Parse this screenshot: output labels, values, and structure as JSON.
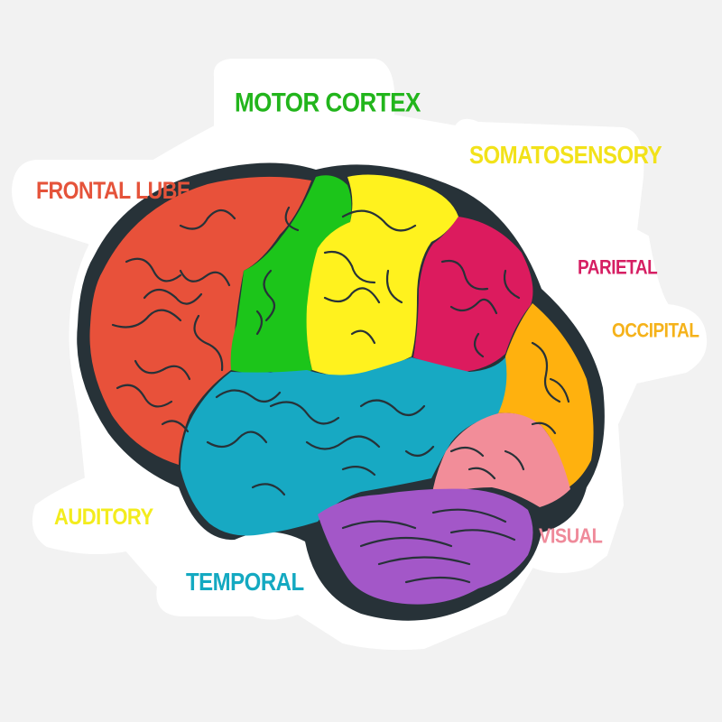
{
  "labels": {
    "motor_cortex": {
      "text": "MOTOR CORTEX",
      "color": "#22b51c"
    },
    "somatosensory": {
      "text": "SOMATOSENSORY",
      "color": "#f2e21a"
    },
    "frontal": {
      "text": "FRONTAL LUBE",
      "color": "#e5533a"
    },
    "parietal": {
      "text": "PARIETAL",
      "color": "#d61f63"
    },
    "occipital": {
      "text": "OCCIPITAL",
      "color": "#f5b21a"
    },
    "auditory": {
      "text": "AUDITORY",
      "color": "#f3ec1d"
    },
    "temporal": {
      "text": "TEMPORAL",
      "color": "#14a9c1"
    },
    "visual": {
      "text": "VISUAL",
      "color": "#ef8a9a"
    }
  },
  "lobes": {
    "frontal": "#e8513a",
    "motor": "#1cc51a",
    "somatosensory": "#fff21e",
    "parietal": "#dc1b5e",
    "occipital": "#ffb10e",
    "temporal": "#17a9c3",
    "visual": "#f28d99",
    "cerebellum": "#a357c8",
    "outline": "#273238"
  }
}
